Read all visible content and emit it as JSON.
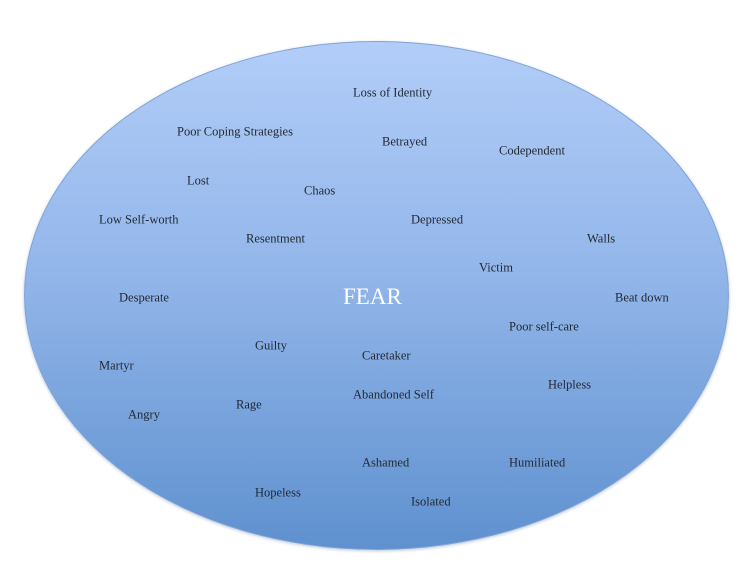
{
  "center_label": "FEAR",
  "words": [
    "Loss of Identity",
    "Poor Coping Strategies",
    "Betrayed",
    "Codependent",
    "Lost",
    "Chaos",
    "Low Self-worth",
    "Depressed",
    "Resentment",
    "Walls",
    "Victim",
    "Desperate",
    "Beat down",
    "Poor self-care",
    "Guilty",
    "Caretaker",
    "Martyr",
    "Helpless",
    "Abandoned Self",
    "Rage",
    "Angry",
    "Ashamed",
    "Humiliated",
    "Hopeless",
    "Isolated"
  ],
  "colors": {
    "gradient_top": "#b2cdf8",
    "gradient_bottom": "#5f91cf",
    "text": "#222a33",
    "center_text": "#ffffff"
  }
}
